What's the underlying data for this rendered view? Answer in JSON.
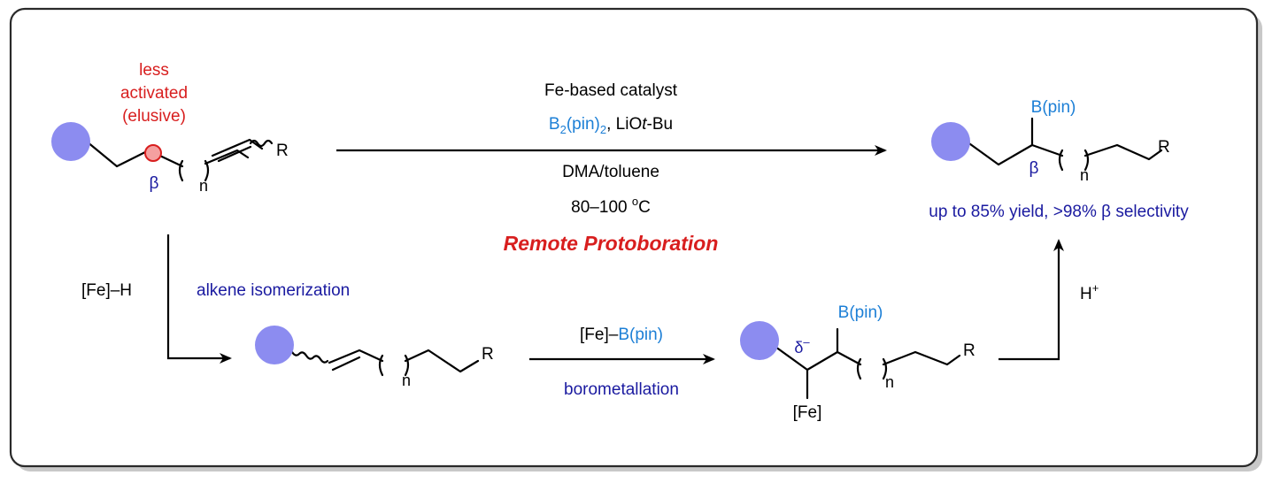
{
  "colors": {
    "substituent": "#8c8cf0",
    "highlight_red": "#d81e1e",
    "label_blue": "#1a1aa0",
    "reagent_blue": "#1c7fd6",
    "text": "#000000",
    "panel_border": "#2a2a2a",
    "panel_shadow": "#c8c8c8"
  },
  "start_material": {
    "annotation_line1": "less",
    "annotation_line2": "activated",
    "annotation_line3": "(elusive)",
    "beta_label": "β",
    "n_label": "n",
    "r_label": "R"
  },
  "main_arrow": {
    "catalyst": "Fe-based catalyst",
    "boron_reagent_b": "B",
    "boron_reagent_sub2a": "2",
    "boron_reagent_pin": "(pin)",
    "boron_reagent_sub2b": "2",
    "base_prefix": ", LiO",
    "base_italic": "t",
    "base_suffix": "-Bu",
    "solvent": "DMA/toluene",
    "temperature": "80–100 ",
    "temperature_deg": "o",
    "temperature_unit": "C",
    "reaction_name": "Remote Protoboration"
  },
  "product": {
    "bpin_label": "B(pin)",
    "beta_label": "β",
    "n_label": "n",
    "r_label": "R",
    "result_text": "up to 85% yield, >98% β selectivity"
  },
  "isomerization_step": {
    "reagent": "[Fe]–H",
    "label": "alkene isomerization"
  },
  "internal_alkene": {
    "n_label": "n",
    "r_label": "R"
  },
  "borometallation_step": {
    "reagent_prefix": "[Fe]–",
    "reagent_bpin": "B(pin)",
    "label": "borometallation"
  },
  "intermediate": {
    "bpin_label": "B(pin)",
    "delta": "δ",
    "delta_sup": "–",
    "fe_label": "[Fe]",
    "n_label": "n",
    "r_label": "R"
  },
  "protonation_step": {
    "reagent": "H",
    "reagent_sup": "+"
  }
}
